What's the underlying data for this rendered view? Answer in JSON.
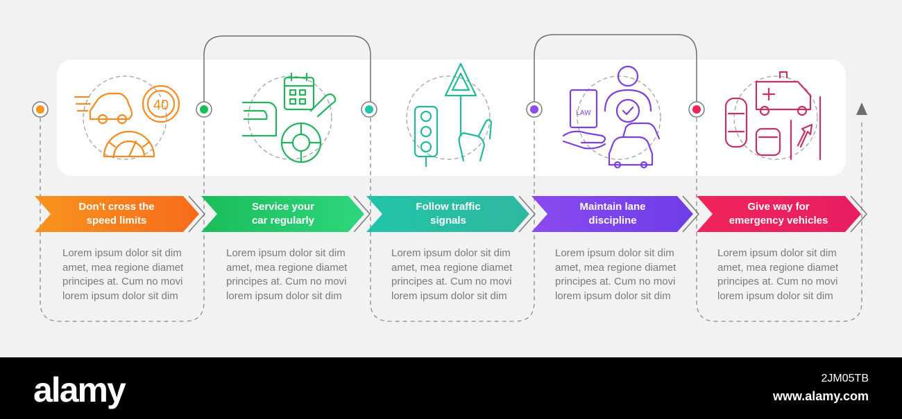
{
  "steps": [
    {
      "title_line1": "Don’t cross the",
      "title_line2": "speed limits",
      "color": "#f7941d",
      "color_end": "#f76b1c",
      "desc": [
        "Lorem ipsum dolor sit dim",
        "amet, mea regione diamet",
        "principes at. Cum no movi",
        "lorem ipsum dolor sit dim"
      ],
      "icon": "speed-limit-icon"
    },
    {
      "title_line1": "Service your",
      "title_line2": "car regularly",
      "color": "#1bbd5a",
      "color_end": "#2ed67c",
      "desc": [
        "Lorem ipsum dolor sit dim",
        "amet, mea regione diamet",
        "principes at. Cum no movi",
        "lorem ipsum dolor sit dim"
      ],
      "icon": "car-service-icon"
    },
    {
      "title_line1": "Follow traffic",
      "title_line2": "signals",
      "color": "#20c4a8",
      "color_end": "#2fb8a0",
      "desc": [
        "Lorem ipsum dolor sit dim",
        "amet, mea regione diamet",
        "principes at. Cum no movi",
        "lorem ipsum dolor sit dim"
      ],
      "icon": "traffic-light-icon"
    },
    {
      "title_line1": "Maintain lane",
      "title_line2": "discipline",
      "color": "#8a4bf0",
      "color_end": "#6f3de8",
      "desc": [
        "Lorem ipsum dolor sit dim",
        "amet, mea regione diamet",
        "principes at. Cum no movi",
        "lorem ipsum dolor sit dim"
      ],
      "icon": "lane-discipline-icon"
    },
    {
      "title_line1": "Give way for",
      "title_line2": "emergency vehicles",
      "color": "#f0245a",
      "color_end": "#e81e63",
      "desc": [
        "Lorem ipsum dolor sit dim",
        "amet, mea regione diamet",
        "principes at. Cum no movi",
        "lorem ipsum dolor sit dim"
      ],
      "icon": "emergency-vehicles-icon"
    }
  ],
  "footer": {
    "brand": "alamy",
    "image_id": "2JM05TB",
    "site_url": "www.alamy.com"
  }
}
